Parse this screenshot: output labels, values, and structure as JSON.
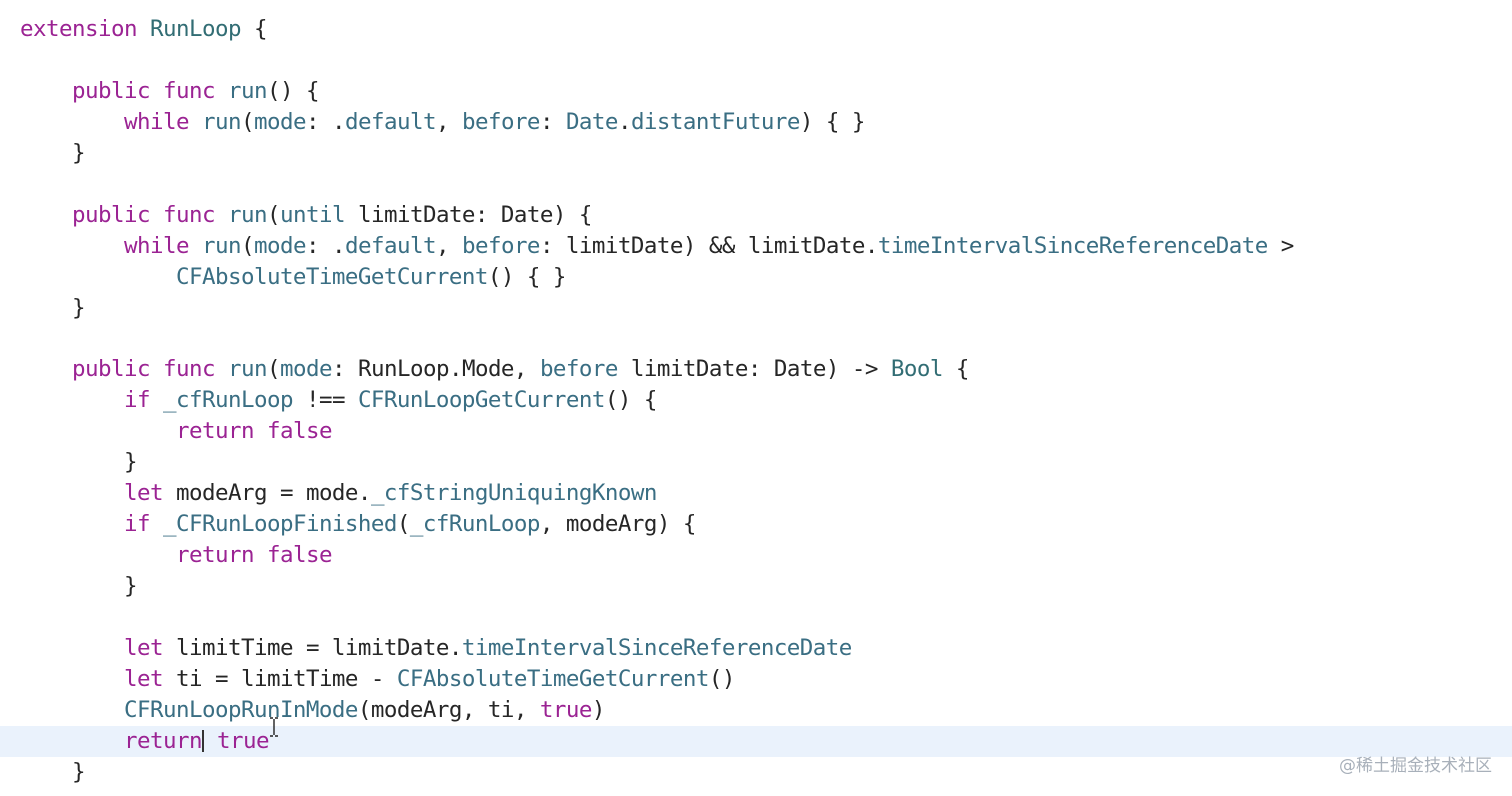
{
  "editor": {
    "language": "swift",
    "token_colors": {
      "keyword": "#9b2393",
      "call": "#3a6e83",
      "type": "#326d74",
      "plain": "#262626",
      "current_line_highlight": "#eaf2fc"
    },
    "current_line": 23,
    "caret": {
      "line": 23,
      "after_token": 1
    },
    "lines": [
      [
        [
          "kw",
          "extension"
        ],
        [
          "p",
          " "
        ],
        [
          "ty",
          "RunLoop"
        ],
        [
          "p",
          " {"
        ]
      ],
      [],
      [
        [
          "p",
          "    "
        ],
        [
          "kw",
          "public"
        ],
        [
          "p",
          " "
        ],
        [
          "kw",
          "func"
        ],
        [
          "p",
          " "
        ],
        [
          "fn",
          "run"
        ],
        [
          "p",
          "() {"
        ]
      ],
      [
        [
          "p",
          "        "
        ],
        [
          "kw",
          "while"
        ],
        [
          "p",
          " "
        ],
        [
          "fn",
          "run"
        ],
        [
          "p",
          "("
        ],
        [
          "fn",
          "mode"
        ],
        [
          "p",
          ": ."
        ],
        [
          "fn",
          "default"
        ],
        [
          "p",
          ", "
        ],
        [
          "fn",
          "before"
        ],
        [
          "p",
          ": "
        ],
        [
          "fn",
          "Date"
        ],
        [
          "p",
          "."
        ],
        [
          "fn",
          "distantFuture"
        ],
        [
          "p",
          ") { }"
        ]
      ],
      [
        [
          "p",
          "    }"
        ]
      ],
      [],
      [
        [
          "p",
          "    "
        ],
        [
          "kw",
          "public"
        ],
        [
          "p",
          " "
        ],
        [
          "kw",
          "func"
        ],
        [
          "p",
          " "
        ],
        [
          "fn",
          "run"
        ],
        [
          "p",
          "("
        ],
        [
          "fn",
          "until"
        ],
        [
          "p",
          " limitDate: Date) {"
        ]
      ],
      [
        [
          "p",
          "        "
        ],
        [
          "kw",
          "while"
        ],
        [
          "p",
          " "
        ],
        [
          "fn",
          "run"
        ],
        [
          "p",
          "("
        ],
        [
          "fn",
          "mode"
        ],
        [
          "p",
          ": ."
        ],
        [
          "fn",
          "default"
        ],
        [
          "p",
          ", "
        ],
        [
          "fn",
          "before"
        ],
        [
          "p",
          ": limitDate) && limitDate."
        ],
        [
          "fn",
          "timeIntervalSinceReferenceDate"
        ],
        [
          "p",
          " >"
        ]
      ],
      [
        [
          "p",
          "            "
        ],
        [
          "fn",
          "CFAbsoluteTimeGetCurrent"
        ],
        [
          "p",
          "() { }"
        ]
      ],
      [
        [
          "p",
          "    }"
        ]
      ],
      [],
      [
        [
          "p",
          "    "
        ],
        [
          "kw",
          "public"
        ],
        [
          "p",
          " "
        ],
        [
          "kw",
          "func"
        ],
        [
          "p",
          " "
        ],
        [
          "fn",
          "run"
        ],
        [
          "p",
          "("
        ],
        [
          "fn",
          "mode"
        ],
        [
          "p",
          ": RunLoop.Mode, "
        ],
        [
          "fn",
          "before"
        ],
        [
          "p",
          " limitDate: Date) -> "
        ],
        [
          "ty",
          "Bool"
        ],
        [
          "p",
          " {"
        ]
      ],
      [
        [
          "p",
          "        "
        ],
        [
          "kw",
          "if"
        ],
        [
          "p",
          " "
        ],
        [
          "fn",
          "_cfRunLoop"
        ],
        [
          "p",
          " !== "
        ],
        [
          "fn",
          "CFRunLoopGetCurrent"
        ],
        [
          "p",
          "() {"
        ]
      ],
      [
        [
          "p",
          "            "
        ],
        [
          "kw",
          "return"
        ],
        [
          "p",
          " "
        ],
        [
          "kw",
          "false"
        ]
      ],
      [
        [
          "p",
          "        }"
        ]
      ],
      [
        [
          "p",
          "        "
        ],
        [
          "kw",
          "let"
        ],
        [
          "p",
          " modeArg = mode."
        ],
        [
          "fn",
          "_cfStringUniquingKnown"
        ]
      ],
      [
        [
          "p",
          "        "
        ],
        [
          "kw",
          "if"
        ],
        [
          "p",
          " "
        ],
        [
          "fn",
          "_CFRunLoopFinished"
        ],
        [
          "p",
          "("
        ],
        [
          "fn",
          "_cfRunLoop"
        ],
        [
          "p",
          ", modeArg) {"
        ]
      ],
      [
        [
          "p",
          "            "
        ],
        [
          "kw",
          "return"
        ],
        [
          "p",
          " "
        ],
        [
          "kw",
          "false"
        ]
      ],
      [
        [
          "p",
          "        }"
        ]
      ],
      [],
      [
        [
          "p",
          "        "
        ],
        [
          "kw",
          "let"
        ],
        [
          "p",
          " limitTime = limitDate."
        ],
        [
          "fn",
          "timeIntervalSinceReferenceDate"
        ]
      ],
      [
        [
          "p",
          "        "
        ],
        [
          "kw",
          "let"
        ],
        [
          "p",
          " ti = limitTime - "
        ],
        [
          "fn",
          "CFAbsoluteTimeGetCurrent"
        ],
        [
          "p",
          "()"
        ]
      ],
      [
        [
          "p",
          "        "
        ],
        [
          "fn",
          "CFRunLoopRunInMode"
        ],
        [
          "p",
          "(modeArg, ti, "
        ],
        [
          "kw",
          "true"
        ],
        [
          "p",
          ")"
        ]
      ],
      [
        [
          "p",
          "        "
        ],
        [
          "kw",
          "return"
        ],
        [
          "p",
          " "
        ],
        [
          "kw",
          "true"
        ]
      ],
      [
        [
          "p",
          "    }"
        ]
      ]
    ]
  },
  "watermark": {
    "text": "@稀土掘金技术社区"
  }
}
